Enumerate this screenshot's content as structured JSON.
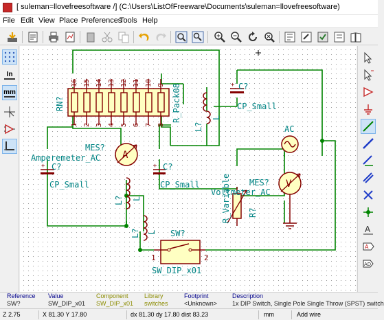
{
  "window": {
    "title": "[ suleman=llovefreesoftware /] (C:\\Users\\ListOfFreeware\\Documents\\suleman=llovefreesoftware)"
  },
  "menu": [
    "File",
    "Edit",
    "View",
    "Place",
    "Preferences",
    "Tools",
    "Help"
  ],
  "toolbar_icons": [
    "save-icon",
    "page-settings-icon",
    "print-icon",
    "plot-icon",
    "paste-icon",
    "cut-icon",
    "copy-icon",
    "undo-icon",
    "redo-icon",
    "find-icon",
    "find-replace-icon",
    "zoom-in-icon",
    "zoom-out-icon",
    "refresh-icon",
    "zoom-fit-icon",
    "navigator-icon",
    "annotate-icon",
    "erc-icon",
    "netlist-icon",
    "bom-icon",
    "library-browser-icon",
    "library-editor-icon"
  ],
  "left_toolbar": {
    "grid": "grid-toggle",
    "units_in": "In",
    "units_mm": "mm"
  },
  "schematic": {
    "rn": {
      "ref": "RN?",
      "value": "R_Pack08",
      "pins_top": [
        "16",
        "15",
        "14",
        "13",
        "12",
        "11",
        "10",
        "9"
      ],
      "pins_bottom": [
        "1",
        "2",
        "3",
        "4",
        "5",
        "6",
        "7",
        "8"
      ]
    },
    "ammeter": {
      "ref": "MES?",
      "value": "Amperemeter_AC",
      "symbol": "A"
    },
    "cap_left": {
      "ref": "C?",
      "value": "CP_Small"
    },
    "cap_mid": {
      "ref": "C?",
      "value": "CP_Small"
    },
    "cap_top": {
      "ref": "C?",
      "value": "CP_Small"
    },
    "ind_top": {
      "ref": "L?",
      "value": "L"
    },
    "ind_mid1": {
      "ref": "L?",
      "value": "L"
    },
    "ind_mid2": {
      "ref": "L?",
      "value": "L"
    },
    "res_var": {
      "ref": "R?",
      "value": "R_Variable"
    },
    "voltmeter": {
      "ref": "MES?",
      "value": "Voltmeter_AC",
      "symbol": "V"
    },
    "ac_source": {
      "value": "AC"
    },
    "switch": {
      "ref": "SW?",
      "value": "SW_DIP_x01",
      "pin1": "1",
      "pin2": "2"
    }
  },
  "info": {
    "reference": {
      "label": "Reference",
      "value": "SW?"
    },
    "value": {
      "label": "Value",
      "value": "SW_DIP_x01"
    },
    "component": {
      "label": "Component",
      "value": "SW_DIP_x01"
    },
    "library": {
      "label": "Library",
      "value": "switches"
    },
    "footprint": {
      "label": "Footprint",
      "value": "<Unknown>"
    },
    "description": {
      "label": "Description",
      "value": "1x DIP Switch, Single Pole Single Throw (SPST) switch"
    }
  },
  "status": {
    "zoom": "Z 2.75",
    "xy": "X 81.30  Y 17.80",
    "dxy": "dx 81.30  dy 17.80  dist 83.23",
    "units": "mm",
    "mode": "Add wire"
  },
  "colors": {
    "wire": "#008400",
    "component": "#840000",
    "body": "#ffffc2",
    "ref": "#008484",
    "canvas": "#ffffff"
  }
}
